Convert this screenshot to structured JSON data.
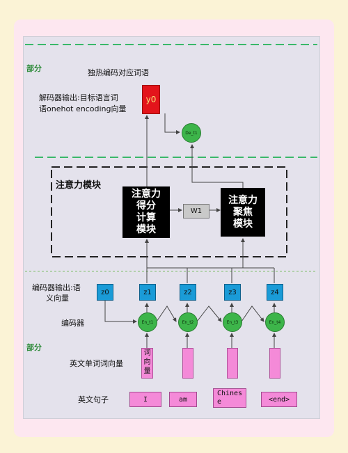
{
  "sections": {
    "top_part_label": "部分",
    "bottom_part_label": "部分"
  },
  "decoder": {
    "onehot_title": "独热编码对应词语",
    "output_label_line1": "解码器输出:目标语言词",
    "output_label_line2": "语onehot encoding向量",
    "y_node": "y0",
    "dec_node": "De_t1"
  },
  "attention": {
    "module_title": "注意力模块",
    "score_box": "注意力\n得分\n计算\n模块",
    "w_box": "W1",
    "focus_box": "注意力\n聚焦\n模块"
  },
  "encoder": {
    "output_label_line1": "编码器输出:语",
    "output_label_line2": "义向量",
    "label": "编码器",
    "z_nodes": [
      "z0",
      "z1",
      "z2",
      "z3",
      "z4"
    ],
    "en_nodes": [
      "En_t1",
      "En_t2",
      "En_t3",
      "En_t4"
    ]
  },
  "embedding": {
    "label": "英文单词词向量",
    "first_bar_text": "词\n向\n量"
  },
  "sentence": {
    "label": "英文句子",
    "words": [
      "I",
      "am",
      "Chines\ne",
      "<end>"
    ]
  },
  "colors": {
    "z_node": "#1a9bd7",
    "en_node": "#3db54a",
    "word_box": "#f48ad8",
    "y_node": "#e3141b",
    "divider": "#3ab86a"
  }
}
